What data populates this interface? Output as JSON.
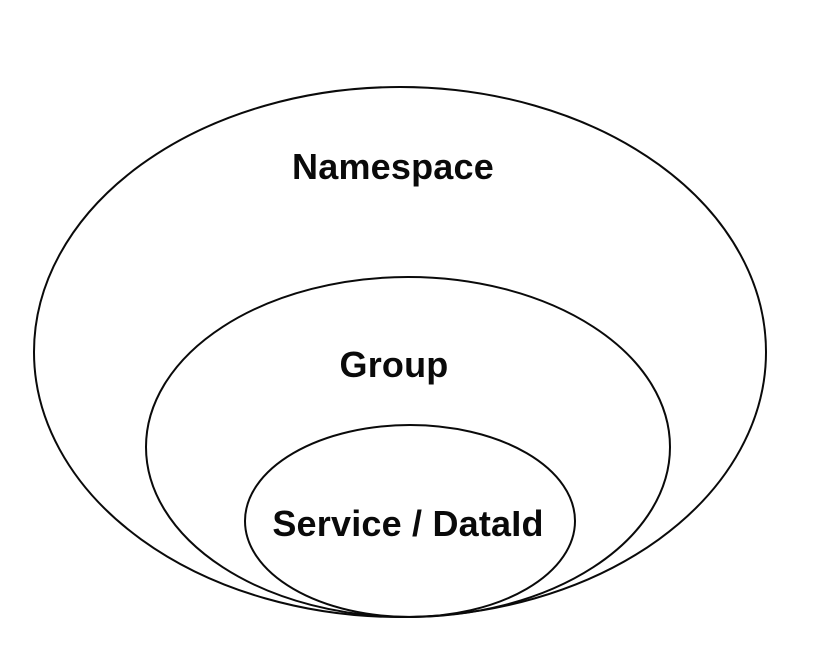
{
  "diagram": {
    "title": "nested containment diagram",
    "background_color": "#ffffff",
    "stroke_color": "#0a0a0a",
    "text_color": "#0a0a0a",
    "rings": [
      {
        "label": "Namespace"
      },
      {
        "label": "Group"
      },
      {
        "label": "Service / DataId"
      }
    ]
  }
}
